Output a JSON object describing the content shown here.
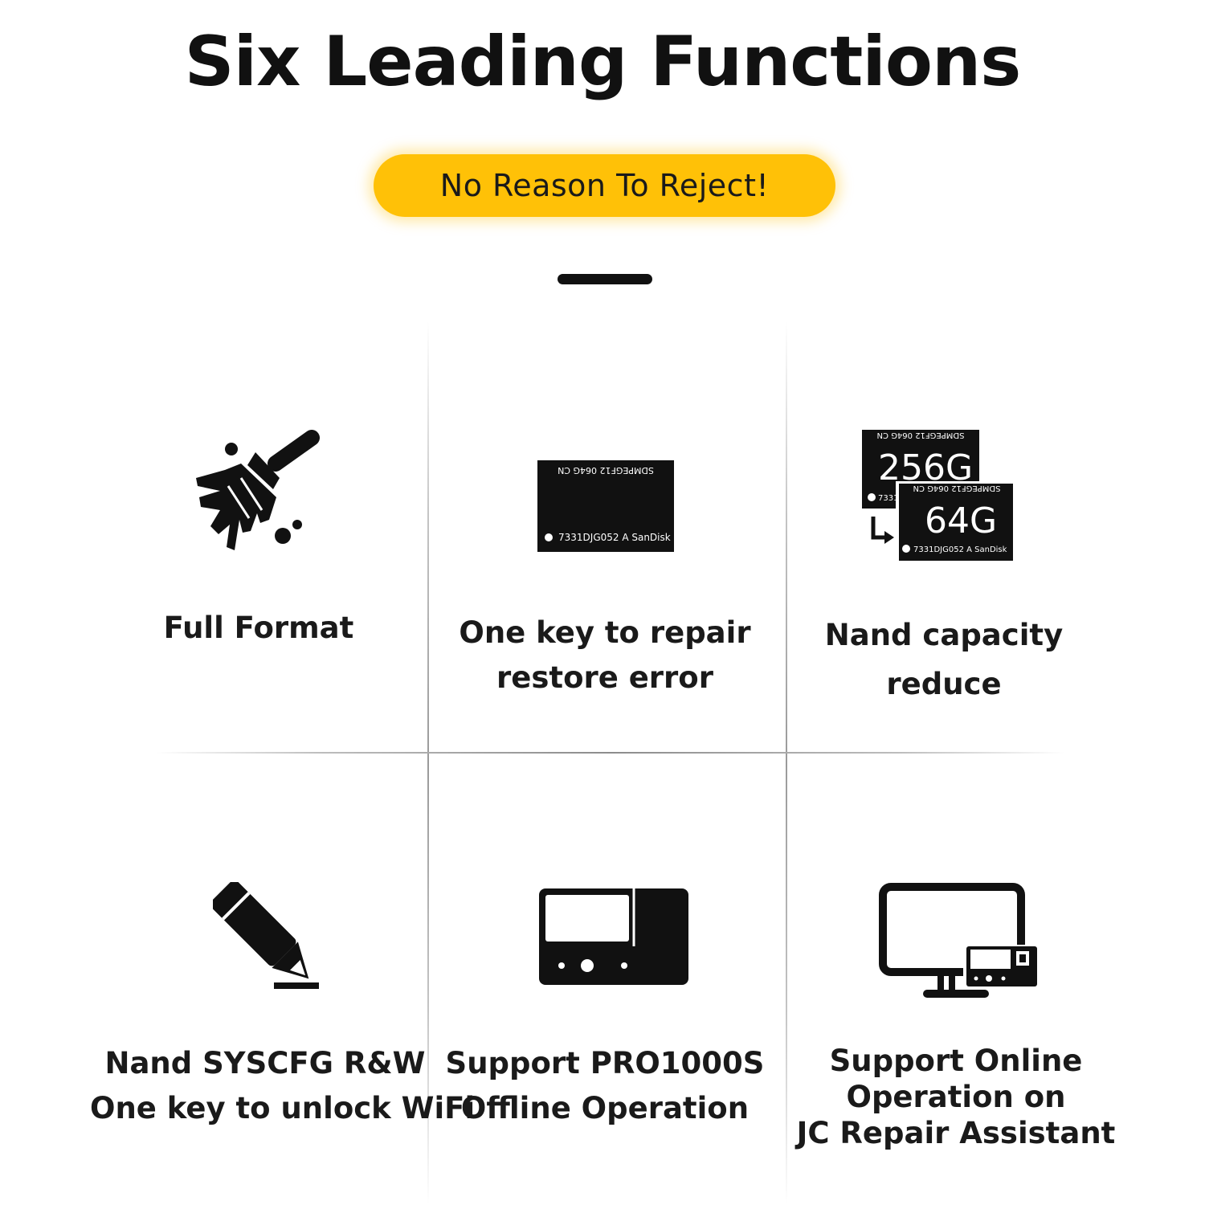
{
  "header": {
    "title": "Six Leading Functions",
    "tagline": "No Reason To Reject!"
  },
  "chip_markings": {
    "top_line": "SDMPEGF12 064G CN",
    "bottom_line": "7331DJG052 A SanDisk",
    "capacity_large": "256G",
    "capacity_small": "64G"
  },
  "features": [
    {
      "icon": "broom-icon",
      "lines": [
        "Full Format"
      ]
    },
    {
      "icon": "nand-chip-icon",
      "lines": [
        "One key to repair",
        "restore error"
      ]
    },
    {
      "icon": "capacity-reduce-icon",
      "lines": [
        "Nand capacity",
        "reduce"
      ]
    },
    {
      "icon": "pencil-icon",
      "lines": [
        "Nand SYSCFG R&W",
        "One key to unlock WiFi"
      ]
    },
    {
      "icon": "programmer-device-icon",
      "lines": [
        "Support PRO1000S",
        "Offline Operation"
      ]
    },
    {
      "icon": "monitor-device-icon",
      "lines": [
        "Support Online",
        "Operation on",
        "JC Repair Assistant"
      ]
    }
  ]
}
